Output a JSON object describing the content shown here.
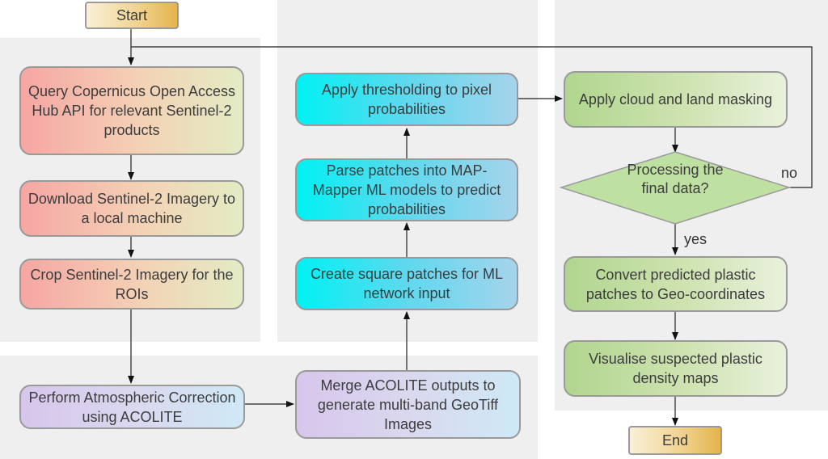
{
  "terminals": {
    "start": "Start",
    "end": "End"
  },
  "left_column": {
    "query": "Query Copernicus Open Access Hub API for relevant Sentinel-2 products",
    "download": "Download Sentinel-2 Imagery to a local machine",
    "crop": "Crop Sentinel-2 Imagery for the ROIs"
  },
  "bottom_row": {
    "atmos": "Perform Atmospheric Correction using ACOLITE",
    "merge": "Merge ACOLITE outputs to generate multi-band GeoTiff Images"
  },
  "middle_column": {
    "threshold": "Apply thresholding to pixel probabilities",
    "parse": "Parse patches into MAP-Mapper ML models to predict probabilities",
    "patches": "Create square patches for ML network input"
  },
  "right_column": {
    "cloud": "Apply cloud and land masking",
    "decision": "Processing the final data?",
    "convert": "Convert predicted plastic patches to Geo-coordinates",
    "visualise": "Visualise suspected plastic density maps"
  },
  "edge_labels": {
    "no": "no",
    "yes": "yes"
  },
  "colors": {
    "panel": "#efefef",
    "red_box": "#f6a6a3",
    "purple_box": "#d7c6ec",
    "cyan_box": "#00f1f3",
    "green_box": "#b0d68e",
    "terminal": "#f1d492"
  }
}
